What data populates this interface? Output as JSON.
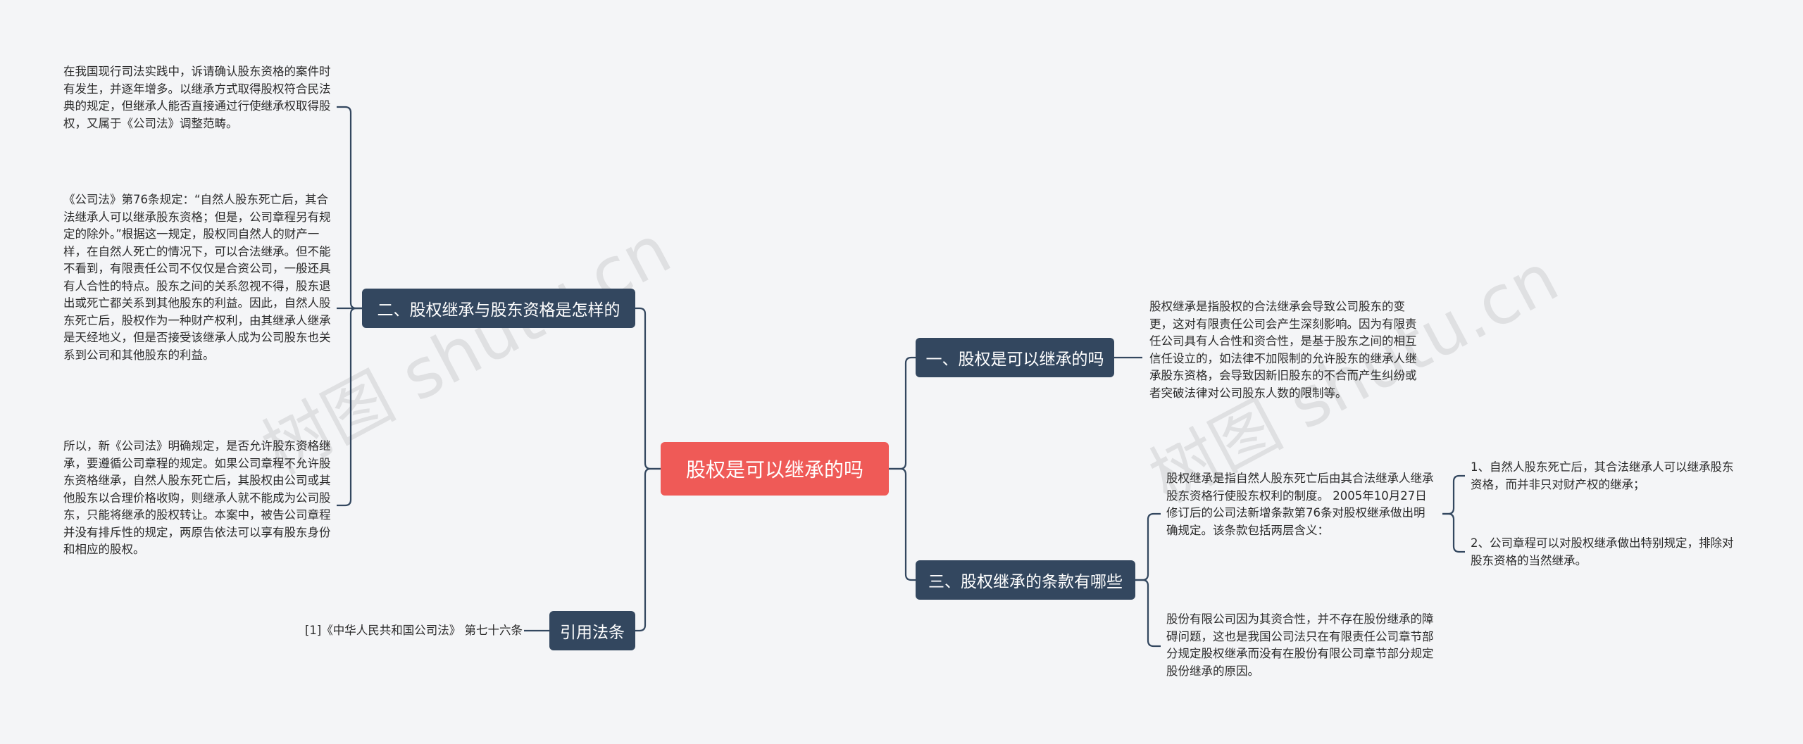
{
  "root": {
    "label": "股权是可以继承的吗"
  },
  "watermarks": [
    "树图 shutu.cn",
    "树图 shutu.cn"
  ],
  "branches": {
    "b1": {
      "label": "一、股权是可以继承的吗"
    },
    "b2": {
      "label": "二、股权继承与股东资格是怎样的"
    },
    "b3": {
      "label": "三、股权继承的条款有哪些"
    },
    "b4": {
      "label": "引用法条"
    }
  },
  "texts": {
    "b1_t1": "股权继承是指股权的合法继承会导致公司股东的变更，这对有限责任公司会产生深刻影响。因为有限责任公司具有人合性和资合性，是基于股东之间的相互信任设立的，如法律不加限制的允许股东的继承人继承股东资格，会导致因新旧股东的不合而产生纠纷或者突破法律对公司股东人数的限制等。",
    "b2_t1": "在我国现行司法实践中，诉请确认股东资格的案件时有发生，并逐年增多。以继承方式取得股权符合民法典的规定，但继承人能否直接通过行使继承权取得股权，又属于《公司法》调整范畴。",
    "b2_t2": "《公司法》第76条规定：“自然人股东死亡后，其合法继承人可以继承股东资格；但是，公司章程另有规定的除外。”根据这一规定，股权同自然人的财产一样，在自然人死亡的情况下，可以合法继承。但不能不看到，有限责任公司不仅仅是合资公司，一般还具有人合性的特点。股东之间的关系忽视不得，股东退出或死亡都关系到其他股东的利益。因此，自然人股东死亡后，股权作为一种财产权利，由其继承人继承是天经地义，但是否接受该继承人成为公司股东也关系到公司和其他股东的利益。",
    "b2_t3": "所以，新《公司法》明确规定，是否允许股东资格继承，要遵循公司章程的规定。如果公司章程不允许股东资格继承，自然人股东死亡后，其股权由公司或其他股东以合理价格收购，则继承人就不能成为公司股东，只能将继承的股权转让。本案中，被告公司章程并没有排斥性的规定，两原告依法可以享有股东身份和相应的股权。",
    "b3_t1": "股权继承是指自然人股东死亡后由其合法继承人继承股东资格行使股东权利的制度。 2005年10月27日修订后的公司法新增条款第76条对股权继承做出明确规定。该条款包括两层含义：",
    "b3_t1_c1": "1、自然人股东死亡后，其合法继承人可以继承股东资格，而并非只对财产权的继承；",
    "b3_t1_c2": "2、公司章程可以对股权继承做出特别规定，排除对股东资格的当然继承。",
    "b3_t2": "股份有限公司因为其资合性，并不存在股份继承的障碍问题，这也是我国公司法只在有限责任公司章节部分规定股权继承而没有在股份有限公司章节部分规定股份继承的原因。",
    "b4_t1": "[1]《中华人民共和国公司法》 第七十六条"
  },
  "colors": {
    "root": "#ef5a57",
    "branch": "#33475f",
    "line": "#33475f",
    "background": "#f4f5f7"
  }
}
